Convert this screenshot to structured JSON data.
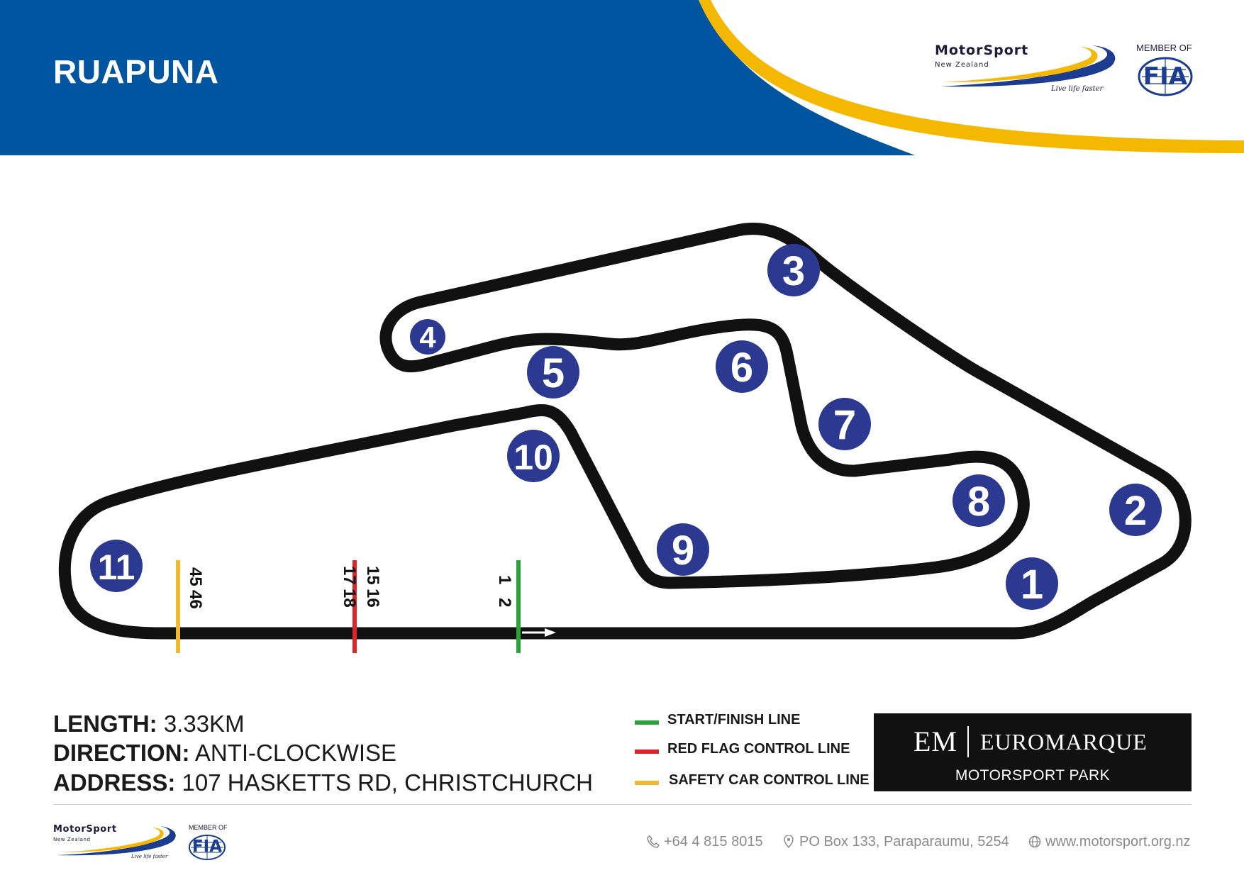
{
  "header": {
    "title": "RUAPUNA",
    "colors": {
      "blue": "#0055a0",
      "yellow": "#f5b800"
    },
    "logo": {
      "brand": "MotorSport",
      "country": "New Zealand",
      "tagline": "Live life faster"
    },
    "member_label": "MEMBER OF",
    "fia_text": "FIA"
  },
  "track": {
    "corners": [
      {
        "number": "1"
      },
      {
        "number": "2"
      },
      {
        "number": "3"
      },
      {
        "number": "4"
      },
      {
        "number": "5"
      },
      {
        "number": "6"
      },
      {
        "number": "7"
      },
      {
        "number": "8"
      },
      {
        "number": "9"
      },
      {
        "number": "10"
      },
      {
        "number": "11"
      }
    ],
    "line_posts": {
      "safety_car": [
        "45",
        "46"
      ],
      "red_flag_a": [
        "15",
        "16"
      ],
      "red_flag_b": [
        "17",
        "18"
      ],
      "start_finish": [
        "1",
        "2"
      ]
    },
    "colors": {
      "track": "#111111",
      "corner_badge": "#2b3990"
    }
  },
  "info": {
    "length_label": "LENGTH:",
    "length_value": "3.33KM",
    "direction_label": "DIRECTION:",
    "direction_value": "ANTI-CLOCKWISE",
    "address_label": "ADDRESS:",
    "address_value": "107 HASKETTS RD, CHRISTCHURCH"
  },
  "legend": [
    {
      "label": "START/FINISH LINE",
      "color": "#2aa33a"
    },
    {
      "label": "RED FLAG CONTROL LINE",
      "color": "#e2232a"
    },
    {
      "label": "SAFETY CAR CONTROL LINE",
      "color": "#f2b92e"
    }
  ],
  "sponsor": {
    "monogram": "EM",
    "name": "EUROMARQUE",
    "subtitle": "MOTORSPORT PARK"
  },
  "footer": {
    "logo": {
      "brand": "MotorSport",
      "country": "New Zealand",
      "tagline": "Live life faster"
    },
    "member_label": "MEMBER OF",
    "fia_text": "FIA",
    "phone": "+64 4 815 8015",
    "postal": "PO Box 133, Paraparaumu, 5254",
    "website": "www.motorsport.org.nz"
  }
}
